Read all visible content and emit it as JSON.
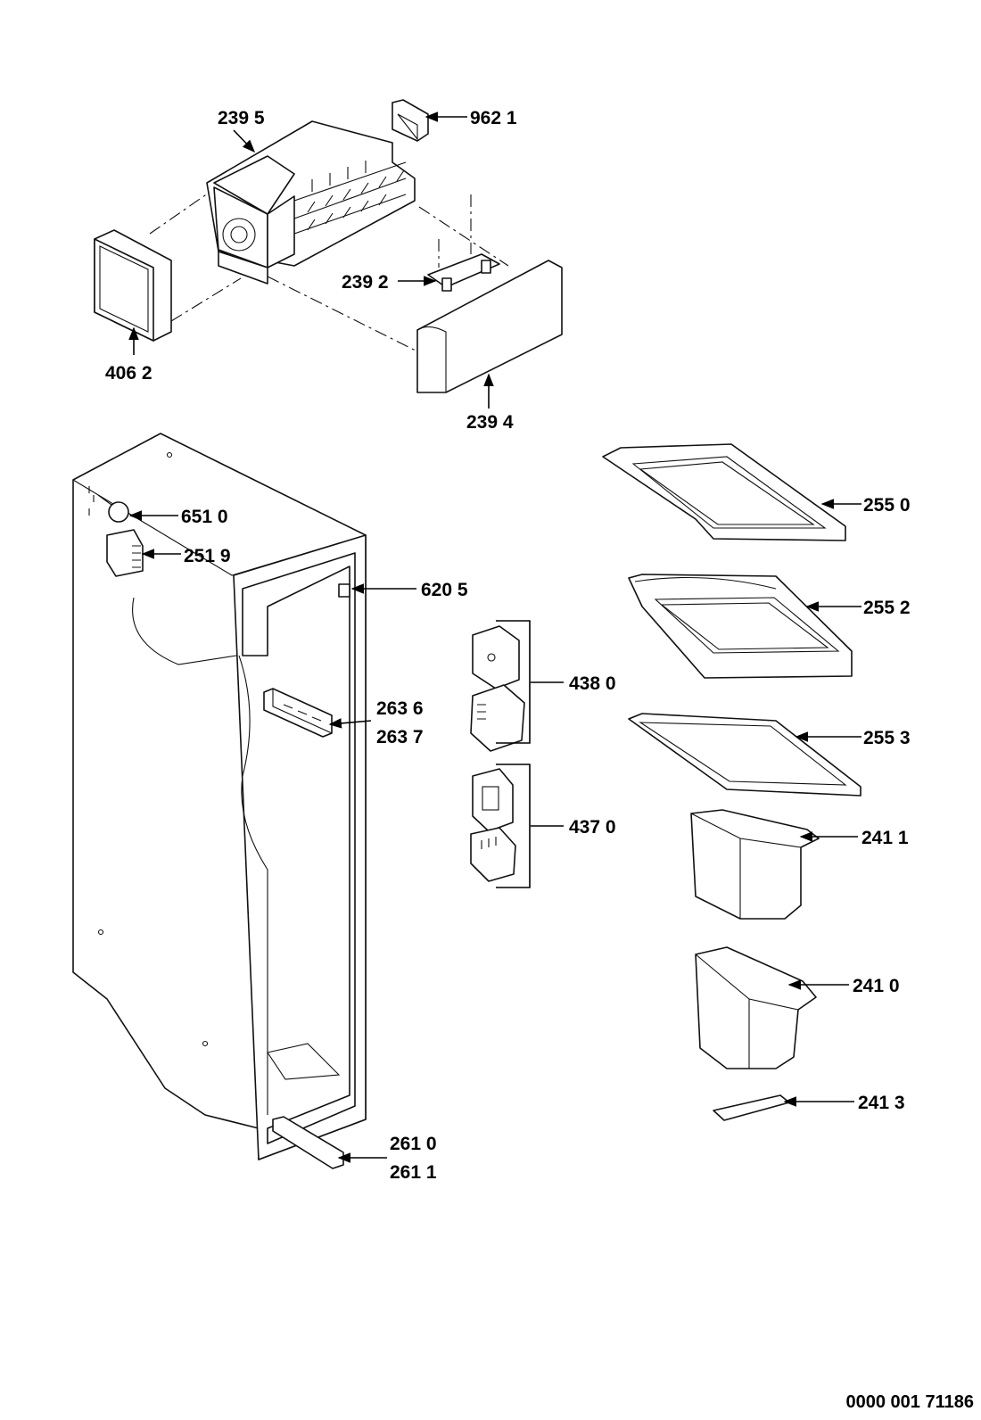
{
  "labels": {
    "p2395": "239 5",
    "p9621": "962 1",
    "p2392": "239 2",
    "p4062": "406 2",
    "p2394": "239 4",
    "p6510": "651 0",
    "p2519": "251 9",
    "p6205": "620 5",
    "p2636": "263 6",
    "p2637": "263 7",
    "p2610": "261 0",
    "p2611": "261 1",
    "p4380": "438 0",
    "p4370": "437 0",
    "p2550": "255 0",
    "p2552": "255 2",
    "p2553": "255 3",
    "p2411": "241 1",
    "p2410": "241 0",
    "p2413": "241 3"
  },
  "reference": "0000 001 71186"
}
